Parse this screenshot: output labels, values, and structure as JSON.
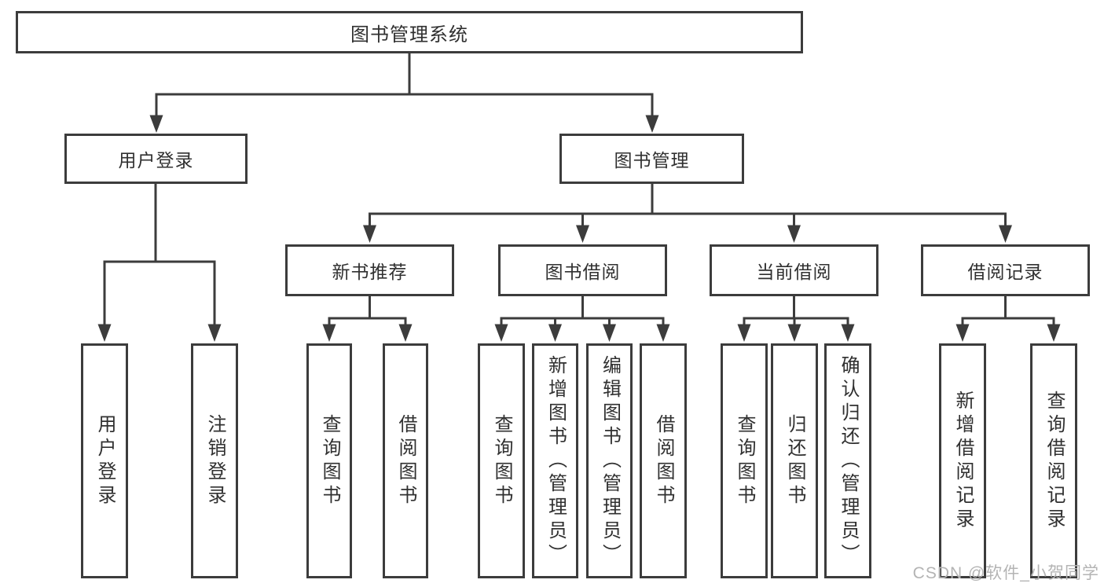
{
  "tree": {
    "label": "图书管理系统",
    "children": [
      {
        "label": "用户登录",
        "children": [
          {
            "label": "用户登录"
          },
          {
            "label": "注销登录"
          }
        ]
      },
      {
        "label": "图书管理",
        "children": [
          {
            "label": "新书推荐",
            "children": [
              {
                "label": "查询图书"
              },
              {
                "label": "借阅图书"
              }
            ]
          },
          {
            "label": "图书借阅",
            "children": [
              {
                "label": "查询图书"
              },
              {
                "label": "新增图书（管理员）"
              },
              {
                "label": "编辑图书（管理员）"
              },
              {
                "label": "借阅图书"
              }
            ]
          },
          {
            "label": "当前借阅",
            "children": [
              {
                "label": "查询图书"
              },
              {
                "label": "归还图书"
              },
              {
                "label": "确认归还（管理员）"
              }
            ]
          },
          {
            "label": "借阅记录",
            "children": [
              {
                "label": "新增借阅记录"
              },
              {
                "label": "查询借阅记录"
              }
            ]
          }
        ]
      }
    ]
  },
  "watermark": "CSDN @软件_小贺同学",
  "colors": {
    "line": "#3c3c3c",
    "text": "#303030",
    "box_background": "#ffffff",
    "watermark": "#b4b4b4",
    "background": "#ffffff"
  }
}
